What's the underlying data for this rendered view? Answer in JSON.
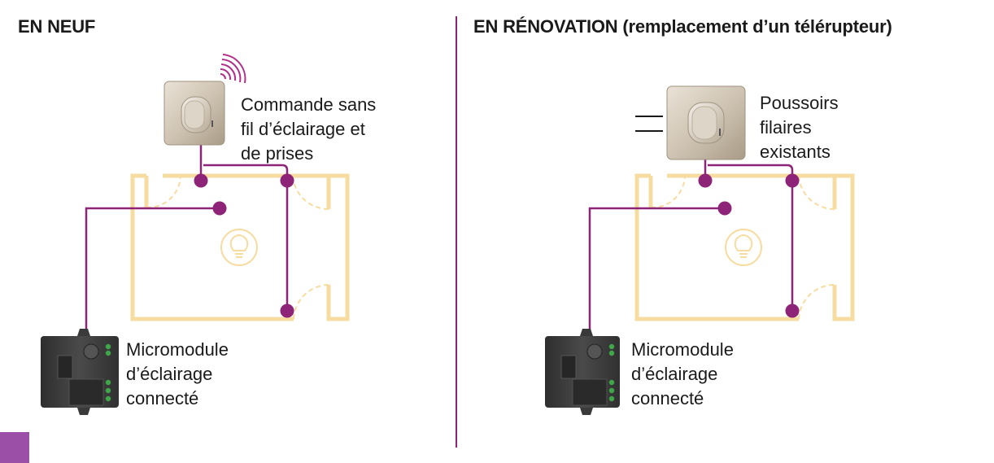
{
  "left": {
    "title": "EN NEUF",
    "switch_label": [
      "Commande sans",
      "fil d’éclairage et",
      "de prises"
    ],
    "module_label": [
      "Micromodule",
      "d’éclairage",
      "connecté"
    ]
  },
  "right": {
    "title": "EN RÉNOVATION (remplacement d’un télérupteur)",
    "switch_label": [
      "Poussoirs",
      "filaires",
      "existants"
    ],
    "module_label": [
      "Micromodule",
      "d’éclairage",
      "connecté"
    ]
  },
  "colors": {
    "wire": "#8e2477",
    "room": "#f6dca0",
    "accent_square": "#9b4fa6",
    "switch": "#cbbfae",
    "module": "#3a3a3a",
    "terminal": "#3fa64a"
  },
  "icons": [
    "wireless-signal-icon",
    "light-bulb-icon",
    "wired-connection-icon"
  ]
}
